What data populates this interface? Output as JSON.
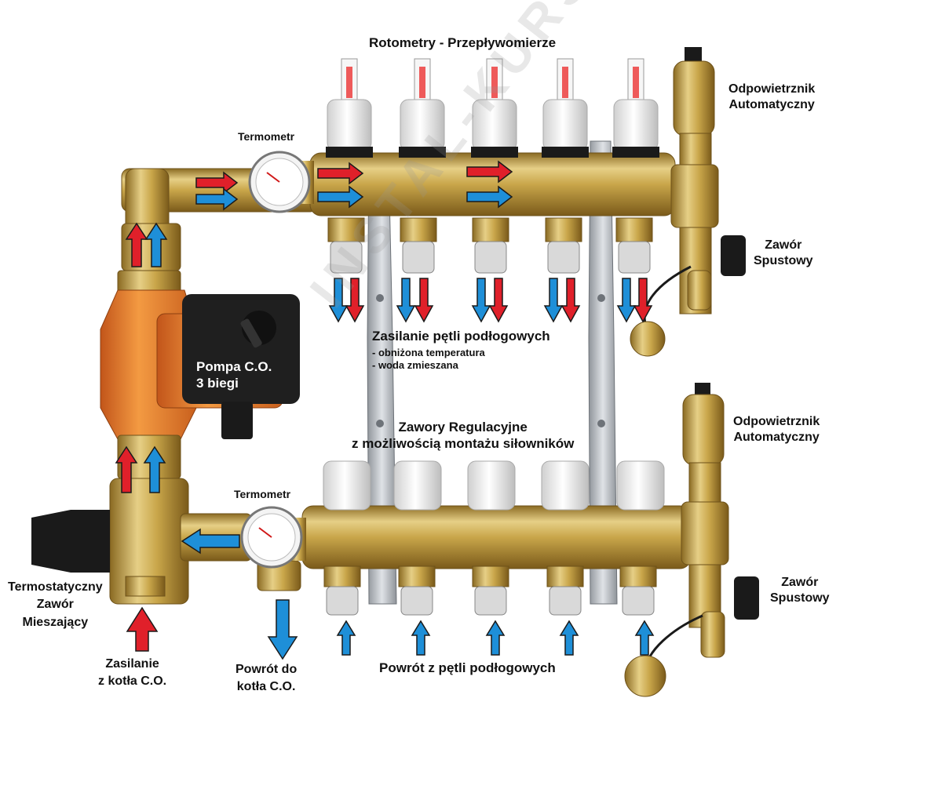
{
  "labels": {
    "rotometry": "Rotometry - Przepływomierze",
    "termometr_top": "Termometr",
    "termometr_bottom": "Termometr",
    "odpowietrznik_top": [
      "Odpowietrznik",
      "Automatyczny"
    ],
    "odpowietrznik_bottom": [
      "Odpowietrznik",
      "Automatyczny"
    ],
    "zawor_spustowy_top": [
      "Zawór",
      "Spustowy"
    ],
    "zawor_spustowy_bottom": [
      "Zawór",
      "Spustowy"
    ],
    "pompa": [
      "Pompa C.O.",
      "3 biegi"
    ],
    "zasilanie_petli": "Zasilanie pętli podłogowych",
    "zasilanie_petli_notes": [
      "- obniżona temperatura",
      "- woda zmieszana"
    ],
    "zawory_regulacyjne": [
      "Zawory Regulacyjne",
      "z możliwością montażu siłowników"
    ],
    "termostatyczny": [
      "Termostatyczny",
      "Zawór",
      "Mieszający"
    ],
    "zasilanie_kotla": [
      "Zasilanie",
      "z kotła C.O."
    ],
    "powrot_do_kotla": [
      "Powrót do",
      "kotła C.O."
    ],
    "powrot_z_petli": "Powrót z pętli podłogowych"
  },
  "watermark": "INSTAL-KURS",
  "colors": {
    "brass": "#c9a64a",
    "brass_dark": "#8e6c1f",
    "pump_orange": "#e8782a",
    "arrow_red": "#e0202a",
    "arrow_blue": "#1e8fd8",
    "steel": "#b8bcc2",
    "white_cap": "#f2f2f2",
    "black": "#1a1a1a"
  }
}
